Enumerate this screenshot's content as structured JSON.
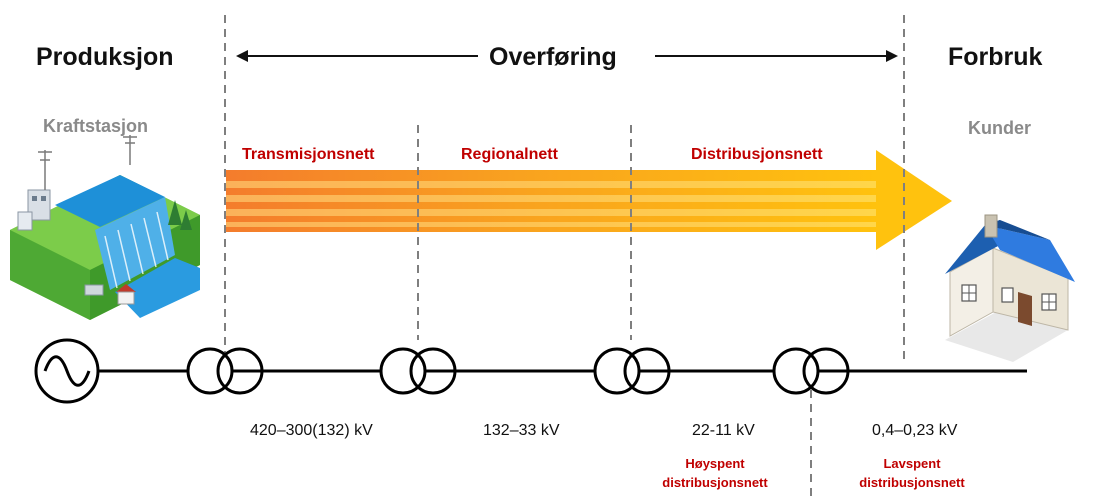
{
  "headers": {
    "left": "Produksjon",
    "middle": "Overføring",
    "right": "Forbruk"
  },
  "subheaders": {
    "left": "Kraftstasjon",
    "right": "Kunder"
  },
  "segments": [
    {
      "label": "Transmisjonsnett",
      "voltage": "420–300(132) kV"
    },
    {
      "label": "Regionalnett",
      "voltage": "132–33 kV"
    },
    {
      "label": "Distribusjonsnett",
      "voltage": "22-11 kV"
    }
  ],
  "low_voltage": "0,4–0,23 kV",
  "bottom_labels": {
    "high_voltage": {
      "line1": "Høyspent",
      "line2": "distribusjonsnett"
    },
    "low_voltage": {
      "line1": "Lavspent",
      "line2": "distribusjonsnett"
    }
  },
  "icons": {
    "power_station": "hydro-power-station-icon",
    "house": "house-icon",
    "generator": "ac-generator-icon",
    "transformer": "transformer-icon"
  },
  "colors": {
    "red_text": "#c00000",
    "arrow_orange": "#f28a2e",
    "arrow_yellow": "#ffc20e",
    "dash": "#7f7f7f"
  }
}
